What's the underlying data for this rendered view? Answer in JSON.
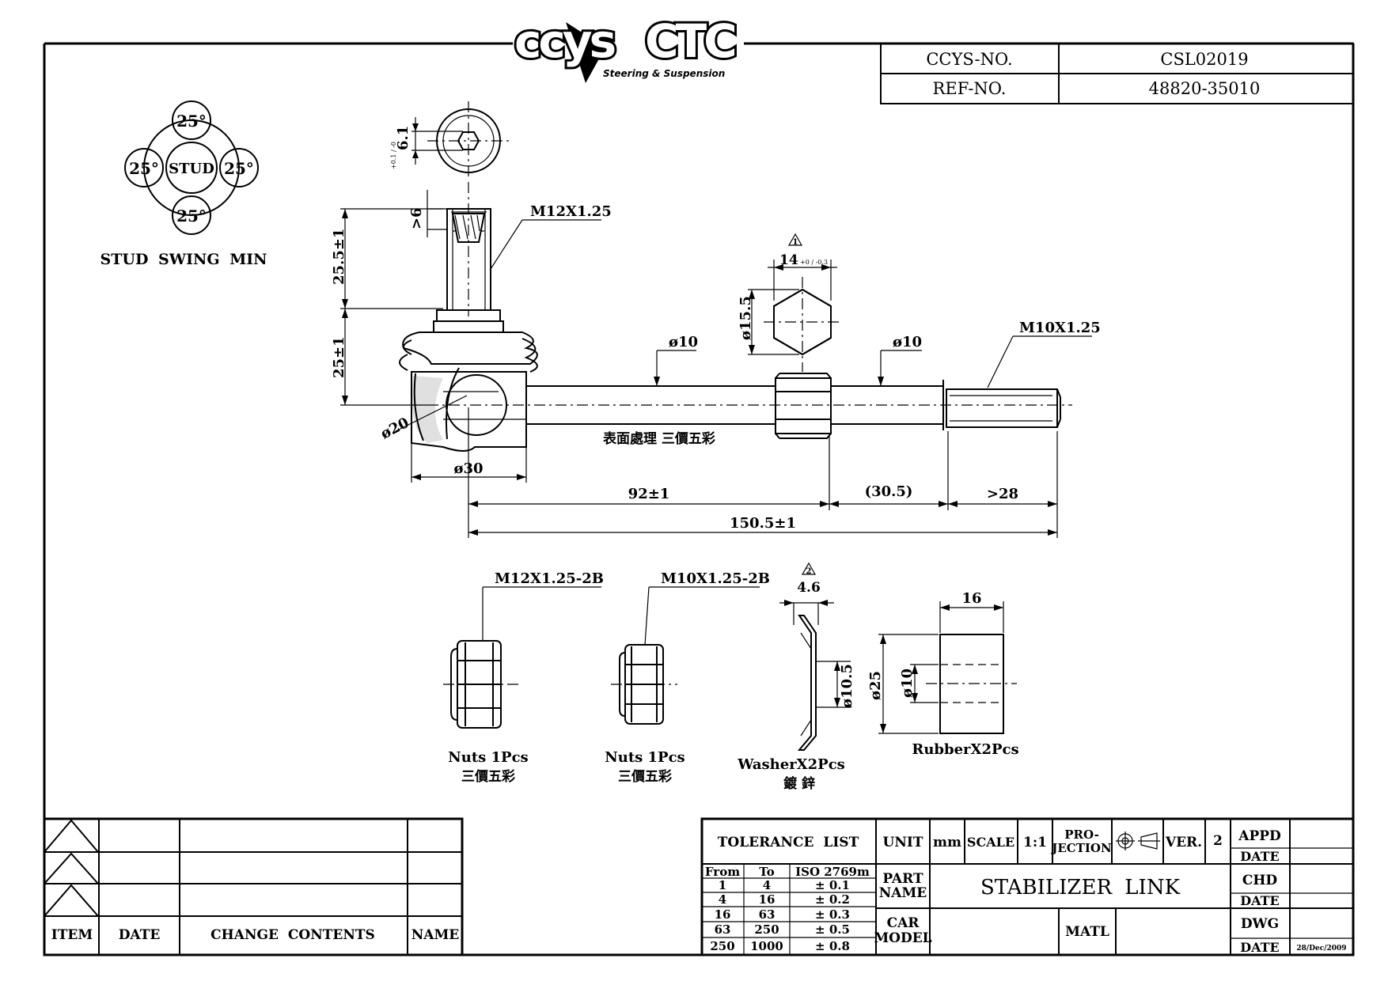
{
  "logo": {
    "brand": "CCYS CTC",
    "tagline": "Steering & Suspension"
  },
  "title_block": {
    "ccys_no_label": "CCYS-NO.",
    "ccys_no_value": "CSL02019",
    "ref_no_label": "REF-NO.",
    "ref_no_value": "48820-35010"
  },
  "stud_swing": {
    "center_label": "STUD",
    "angles": [
      "25°",
      "25°",
      "25°",
      "25°"
    ],
    "caption": "STUD SWING MIN"
  },
  "dimensions": {
    "hex_socket": "6.1",
    "hex_socket_tol": "+0.1 / -0",
    "thread_top": "M12X1.25",
    "depth": ">6",
    "stud_height": "25.5±1",
    "ball_height": "25±1",
    "ball_dia": "ø20",
    "housing_dia": "ø30",
    "rod_dia_left": "ø10",
    "rod_dia_right": "ø10",
    "hex_width": "14",
    "hex_width_tol": "+0 / -0.3",
    "hex_across_corners": "ø15.5",
    "thread_end": "M10X1.25",
    "len_92": "92±1",
    "len_305": "(30.5)",
    "len_28": ">28",
    "len_total": "150.5±1",
    "rev1": "1",
    "rev2": "2",
    "finish_note": "表面處理  三價五彩"
  },
  "parts": [
    {
      "spec": "M12X1.25-2B",
      "name": "Nuts 1Pcs",
      "note": "三價五彩"
    },
    {
      "spec": "M10X1.25-2B",
      "name": "Nuts 1Pcs",
      "note": "三價五彩"
    },
    {
      "spec": "4.6",
      "name": "WasherX2Pcs",
      "note": "鍍  鋅",
      "dia": "ø10.5"
    },
    {
      "spec": "16",
      "name": "RubberX2Pcs",
      "outer": "ø25",
      "inner": "ø10"
    }
  ],
  "revision_table": {
    "headers": [
      "ITEM",
      "DATE",
      "CHANGE CONTENTS",
      "NAME"
    ]
  },
  "tolerance": {
    "title": "TOLERANCE LIST",
    "headers": [
      "From",
      "To",
      "ISO 2769m"
    ],
    "rows": [
      [
        "1",
        "4",
        "± 0.1"
      ],
      [
        "4",
        "16",
        "± 0.2"
      ],
      [
        "16",
        "63",
        "± 0.3"
      ],
      [
        "63",
        "250",
        "± 0.5"
      ],
      [
        "250",
        "1000",
        "± 0.8"
      ]
    ]
  },
  "drawing_info": {
    "unit_label": "UNIT",
    "unit_value": "mm",
    "scale_label": "SCALE",
    "scale_value": "1:1",
    "projection_line1": "PRO-",
    "projection_line2": "JECTION",
    "ver_label": "VER.",
    "ver_value": "2",
    "part_name_line1": "PART",
    "part_name_line2": "NAME",
    "part_name_value": "STABILIZER LINK",
    "car_model_line1": "CAR",
    "car_model_line2": "MODEL",
    "matl_label": "MATL",
    "appd": "APPD",
    "chd": "CHD",
    "dwg": "DWG",
    "date": "DATE",
    "dwg_date": "28/Dec/2009"
  }
}
